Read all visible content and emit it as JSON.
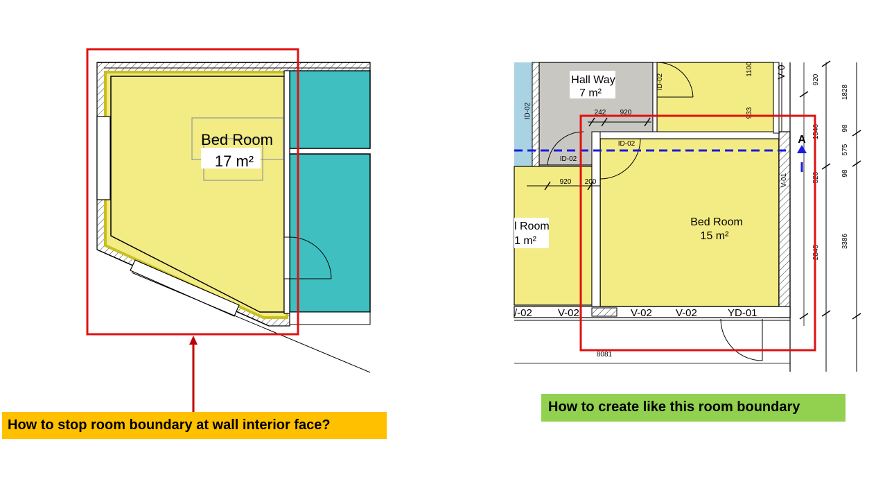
{
  "left_plan": {
    "room_name": "Bed Room",
    "room_area": "17 m²",
    "caption": "How to stop room boundary at wall interior face?"
  },
  "right_plan": {
    "caption": "How to create like this room boundary",
    "rooms": [
      {
        "name": "Hall Way",
        "area": "7 m²"
      },
      {
        "name": "Bed Room",
        "area": "15 m²"
      },
      {
        "name": "l Room",
        "area": "1 m²"
      }
    ],
    "dimensions": [
      "242",
      "920",
      "920",
      "200",
      "920",
      "1828",
      "575",
      "98",
      "98",
      "3386",
      "8081",
      "1100",
      "933",
      "1546",
      "520",
      "2845"
    ],
    "tags": [
      "ID-02",
      "ID-02",
      "ID-02",
      "ID-02",
      "V-01",
      "V-0",
      "/-02",
      "V-02",
      "V-02",
      "V-02",
      "YD-01"
    ],
    "section_marker": "A"
  },
  "colors": {
    "room_fill": "#f3eb84",
    "teal": "#40bfc1",
    "hall_gray": "#c9c7c2",
    "light_blue": "#a9d2e3",
    "highlight_red": "#e01010",
    "section_blue": "#1a1ae0",
    "caption_orange": "#ffc000",
    "caption_green": "#92d050"
  }
}
